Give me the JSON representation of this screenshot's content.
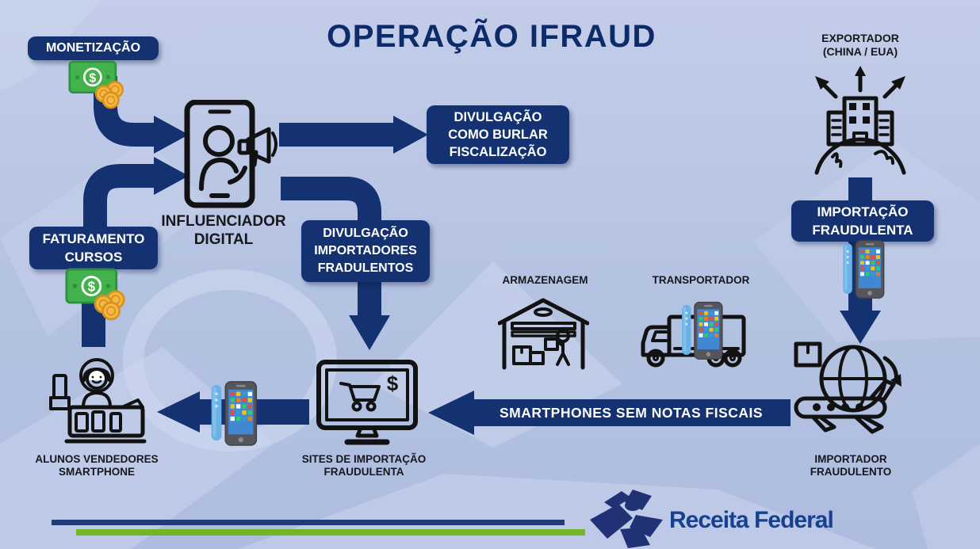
{
  "title": "OPERAÇÃO IFRAUD",
  "colors": {
    "navy": "#143271",
    "title_navy": "#0d2b68",
    "green_bottom_bar": "#72b626",
    "background": "#b5c3e2",
    "money_green": "#43b24c",
    "coin_gold": "#f6b944",
    "phone_screen_blue": "#4287d2",
    "receita_text_blue": "#16418f"
  },
  "labels": {
    "monetizacao": "MONETIZAÇÃO",
    "influenciador": [
      "INFLUENCIADOR",
      "DIGITAL"
    ],
    "divulgacao_burlar": [
      "DIVULGAÇÃO",
      "COMO BURLAR",
      "FISCALIZAÇÃO"
    ],
    "faturamento": [
      "FATURAMENTO",
      "CURSOS"
    ],
    "divulgacao_importadores": [
      "DIVULGAÇÃO",
      "IMPORTADORES",
      "FRADULENTOS"
    ],
    "armazenagem": "ARMAZENAGEM",
    "transportador": "TRANSPORTADOR",
    "exportador": [
      "EXPORTADOR",
      "(CHINA / EUA)"
    ],
    "importacao_fraudulenta": [
      "IMPORTAÇÃO",
      "FRAUDULENTA"
    ],
    "importador_fraudulento": [
      "IMPORTADOR",
      "FRAUDULENTO"
    ],
    "alunos": [
      "ALUNOS VENDEDORES",
      "SMARTPHONE"
    ],
    "sites": [
      "SITES DE IMPORTAÇÃO",
      "FRAUDULENTA"
    ],
    "smartphones_sem_notas": "SMARTPHONES SEM NOTAS FISCAIS"
  },
  "glyphs": {
    "dollar": "$"
  },
  "footer": {
    "brand": "Receita Federal"
  }
}
